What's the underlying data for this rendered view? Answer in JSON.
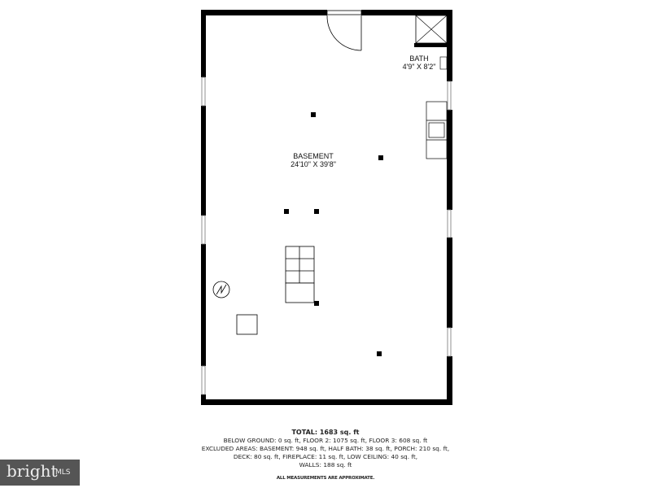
{
  "rooms": [
    {
      "name": "BASEMENT",
      "dimensions": "24'10\" X 39'8\""
    },
    {
      "name": "BATH",
      "dimensions": "4'9\" X 8'2\""
    }
  ],
  "summary": {
    "total": "TOTAL: 1683 sq. ft",
    "lines": [
      "BELOW GROUND: 0 sq. ft, FLOOR 2: 1075 sq. ft, FLOOR 3: 608 sq. ft",
      "EXCLUDED AREAS: BASEMENT: 948 sq. ft, HALF BATH: 38 sq. ft, PORCH: 210 sq. ft,",
      "DECK: 80 sq. ft, FIREPLACE: 11 sq. ft, LOW CEILING: 40 sq. ft,",
      "WALLS: 188 sq. ft"
    ],
    "note": "ALL MEASUREMENTS ARE APPROXIMATE."
  },
  "logo": {
    "brand": "bright",
    "suffix": "MLS"
  }
}
